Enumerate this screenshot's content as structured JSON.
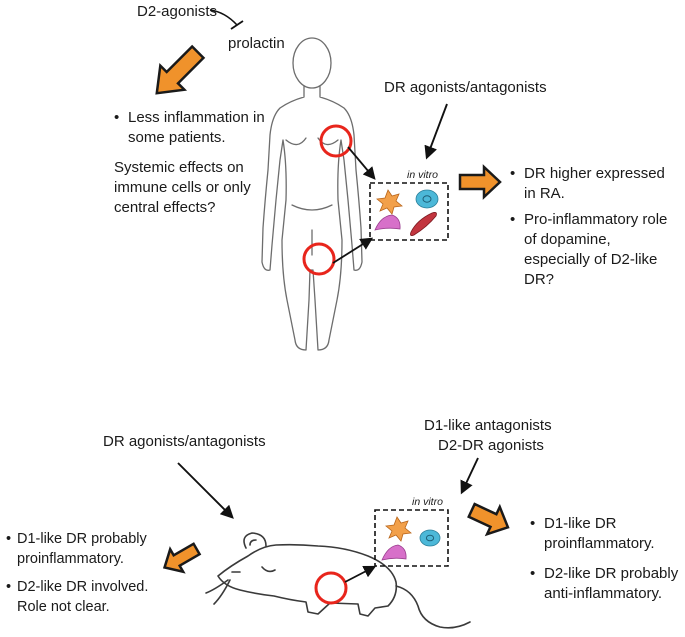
{
  "top": {
    "d2_agonists": "D2-agonists",
    "prolactin": "prolactin",
    "left_bullet": [
      "Less inflammation in",
      "some patients."
    ],
    "left_question": [
      "Systemic effects on",
      "immune cells or only",
      "central effects?"
    ],
    "dr_agonists": "DR agonists/antagonists",
    "in_vitro": "in vitro",
    "right_bullet_1": [
      "DR higher expressed",
      "in RA."
    ],
    "right_bullet_2": [
      "Pro-inflammatory role",
      "of dopamine,",
      "especially of D2-like",
      "DR?"
    ]
  },
  "bottom": {
    "dr_agonists": "DR agonists/antagonists",
    "drugs": [
      "D1-like antagonists",
      "D2-DR agonists"
    ],
    "in_vitro": "in vitro",
    "left_bullet_1": [
      "D1-like DR probably",
      "proinflammatory."
    ],
    "left_bullet_2": [
      "D2-like DR involved.",
      "Role not clear."
    ],
    "right_bullet_1": [
      "D1-like DR",
      "proinflammatory."
    ],
    "right_bullet_2": [
      "D2-like DR probably",
      "anti-inflammatory."
    ]
  },
  "bullet": "•",
  "colors": {
    "orange_arrow": "#f0922b",
    "orange_border": "#1a1a1a",
    "red_circle": "#e8251c",
    "macrophage": "#f2a04a",
    "lymphocyte": "#4cb8d8",
    "osteoclast": "#d770c9",
    "fibroblast": "#c2353f"
  }
}
